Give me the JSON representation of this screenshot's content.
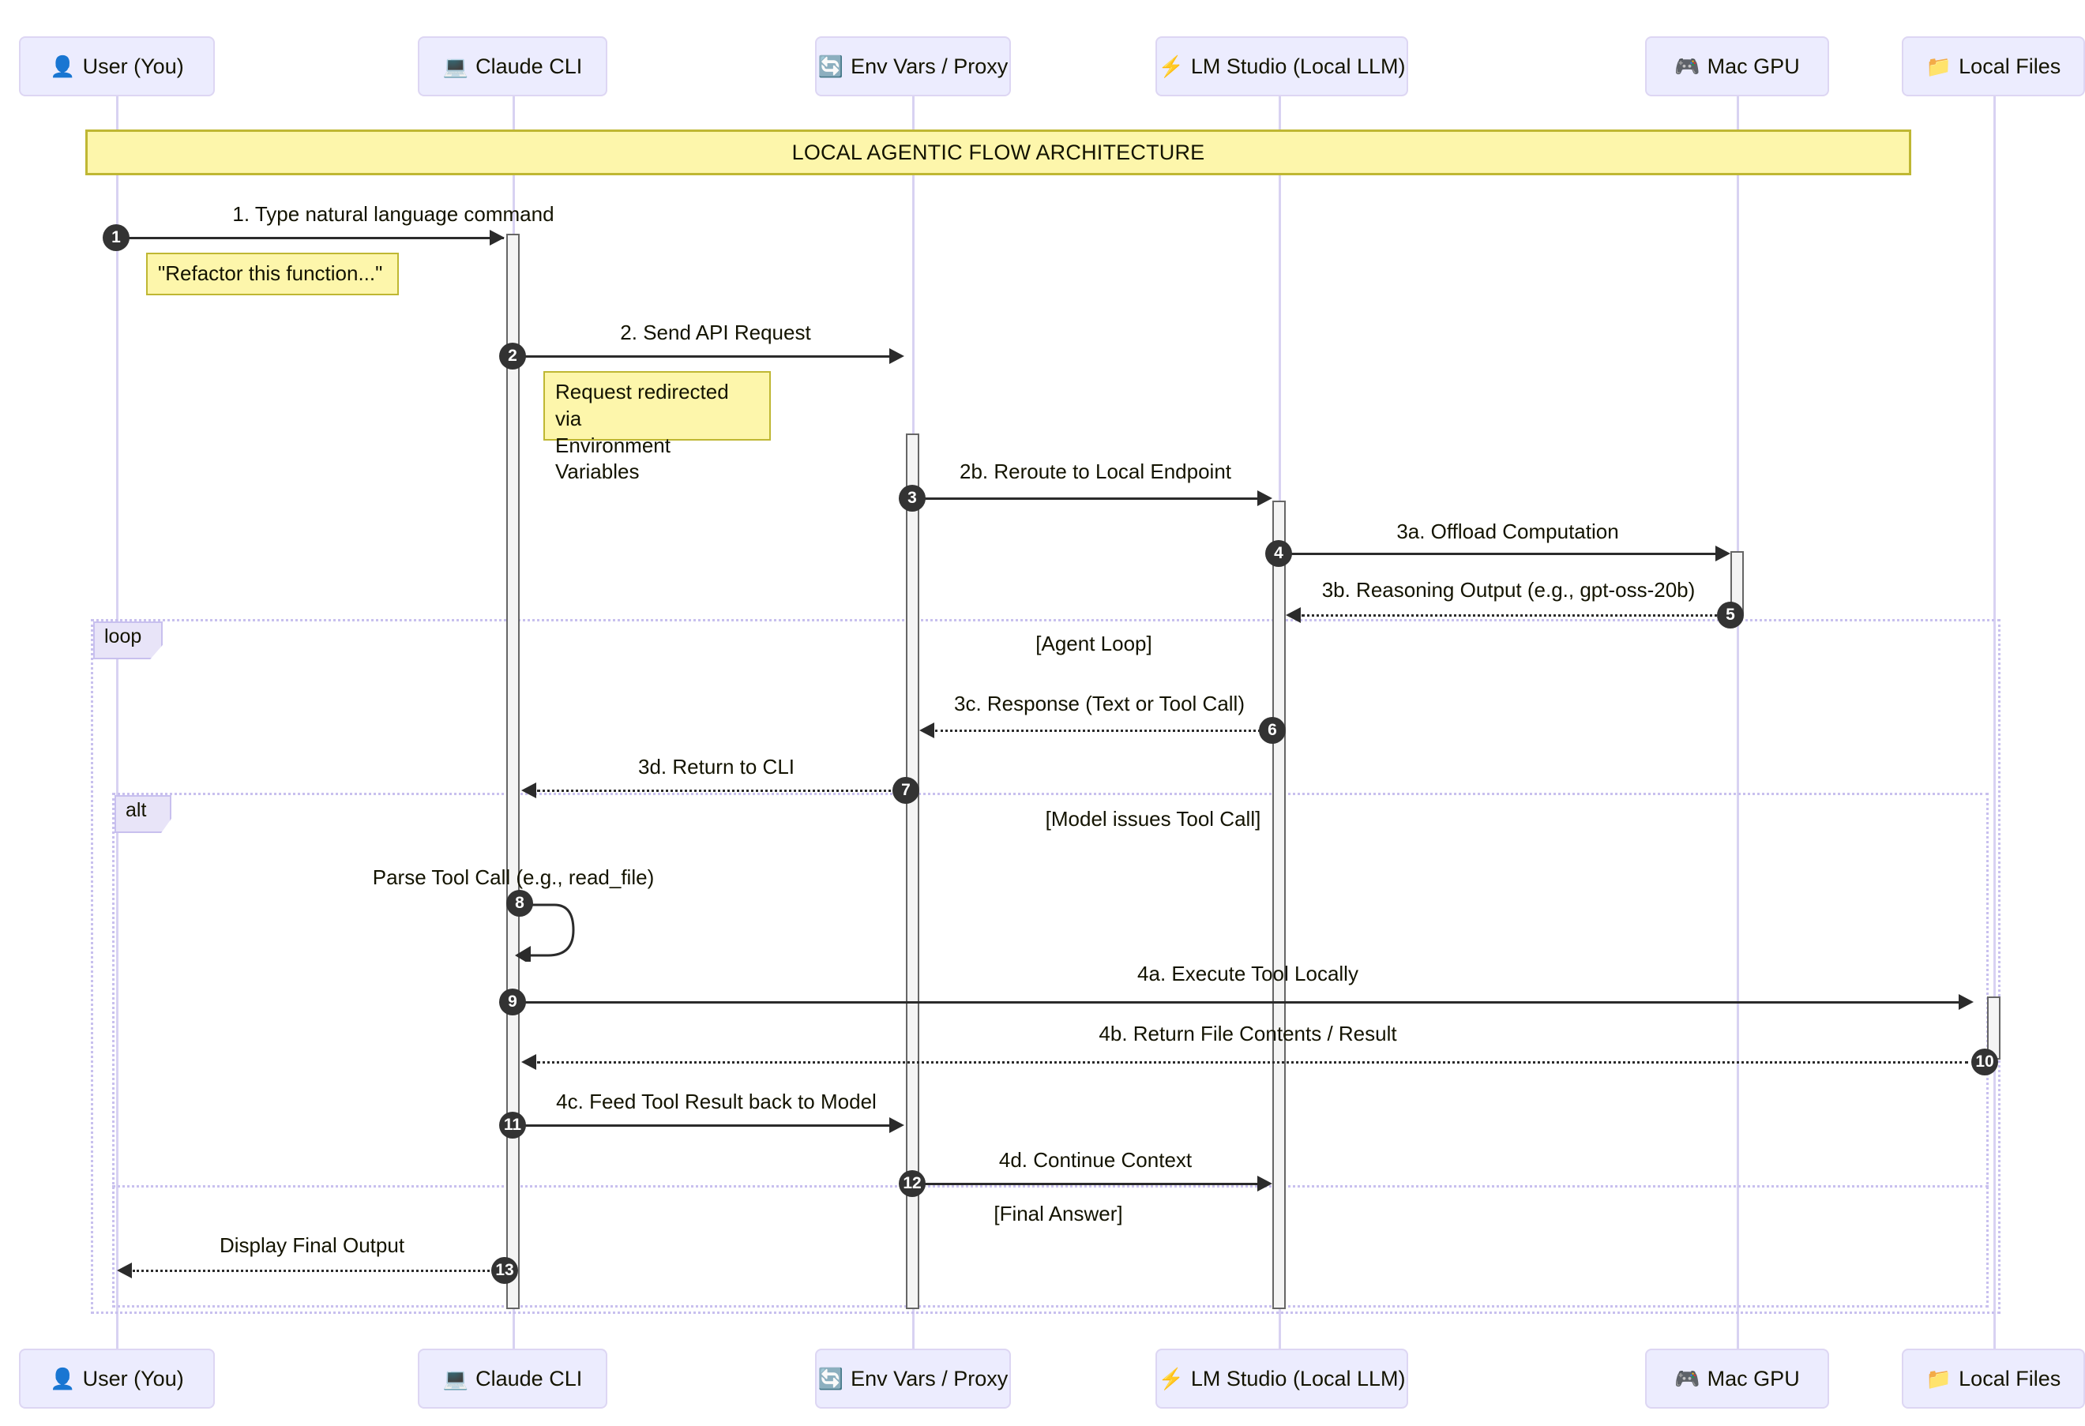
{
  "diagram": {
    "type": "sequence-diagram",
    "title": "LOCAL AGENTIC FLOW ARCHITECTURE",
    "colors": {
      "participant_fill": "#ececfe",
      "participant_border": "#ddd6f3",
      "note_fill": "#fdf6ab",
      "note_border": "#bfb733",
      "lifeline": "#d8d2f2",
      "arrow": "#2b2b2b",
      "fragment_border": "#c8c0ee",
      "fragment_label_fill": "#e8e4f8",
      "seq_badge": "#333333"
    }
  },
  "participants": [
    {
      "id": "user",
      "icon": "👤",
      "icon_name": "person-icon",
      "label": "User (You)"
    },
    {
      "id": "cli",
      "icon": "💻",
      "icon_name": "laptop-icon",
      "label": "Claude CLI"
    },
    {
      "id": "env",
      "icon": "🔄",
      "icon_name": "recycle-icon",
      "label": "Env Vars / Proxy"
    },
    {
      "id": "lmstudio",
      "icon": "⚡",
      "icon_name": "lightning-icon",
      "label": "LM Studio (Local LLM)"
    },
    {
      "id": "gpu",
      "icon": "🎮",
      "icon_name": "gamepad-icon",
      "label": "Mac GPU"
    },
    {
      "id": "files",
      "icon": "📁",
      "icon_name": "folder-icon",
      "label": "Local Files"
    }
  ],
  "messages": [
    {
      "num": "1",
      "from": "user",
      "to": "cli",
      "label": "1. Type natural language command",
      "style": "solid"
    },
    {
      "num": "2",
      "from": "cli",
      "to": "env",
      "label": "2. Send API Request",
      "style": "solid"
    },
    {
      "num": "3",
      "from": "env",
      "to": "lmstudio",
      "label": "2b. Reroute to Local Endpoint",
      "style": "solid"
    },
    {
      "num": "4",
      "from": "lmstudio",
      "to": "gpu",
      "label": "3a. Offload Computation",
      "style": "solid"
    },
    {
      "num": "5",
      "from": "gpu",
      "to": "lmstudio",
      "label": "3b. Reasoning Output (e.g., gpt-oss-20b)",
      "style": "dotted"
    },
    {
      "num": "6",
      "from": "lmstudio",
      "to": "env",
      "label": "3c. Response (Text or Tool Call)",
      "style": "dotted"
    },
    {
      "num": "7",
      "from": "env",
      "to": "cli",
      "label": "3d. Return to CLI",
      "style": "dotted"
    },
    {
      "num": "8",
      "from": "cli",
      "to": "cli",
      "label": "Parse Tool Call (e.g., read_file)",
      "style": "self"
    },
    {
      "num": "9",
      "from": "cli",
      "to": "files",
      "label": "4a. Execute Tool Locally",
      "style": "solid"
    },
    {
      "num": "10",
      "from": "files",
      "to": "cli",
      "label": "4b. Return File Contents / Result",
      "style": "dotted"
    },
    {
      "num": "11",
      "from": "cli",
      "to": "env",
      "label": "4c. Feed Tool Result back to Model",
      "style": "solid"
    },
    {
      "num": "12",
      "from": "env",
      "to": "lmstudio",
      "label": "4d. Continue Context",
      "style": "solid"
    },
    {
      "num": "13",
      "from": "cli",
      "to": "user",
      "label": "Display Final Output",
      "style": "dotted"
    }
  ],
  "notes": [
    {
      "id": "note1",
      "text": "\"Refactor this function...\""
    },
    {
      "id": "note2",
      "text": "Request redirected via\nEnvironment Variables"
    }
  ],
  "fragments": [
    {
      "id": "loop",
      "keyword": "loop",
      "condition": "[Agent Loop]"
    },
    {
      "id": "alt",
      "keyword": "alt",
      "condition": "[Model issues Tool Call]",
      "else_condition": "[Final Answer]"
    }
  ]
}
